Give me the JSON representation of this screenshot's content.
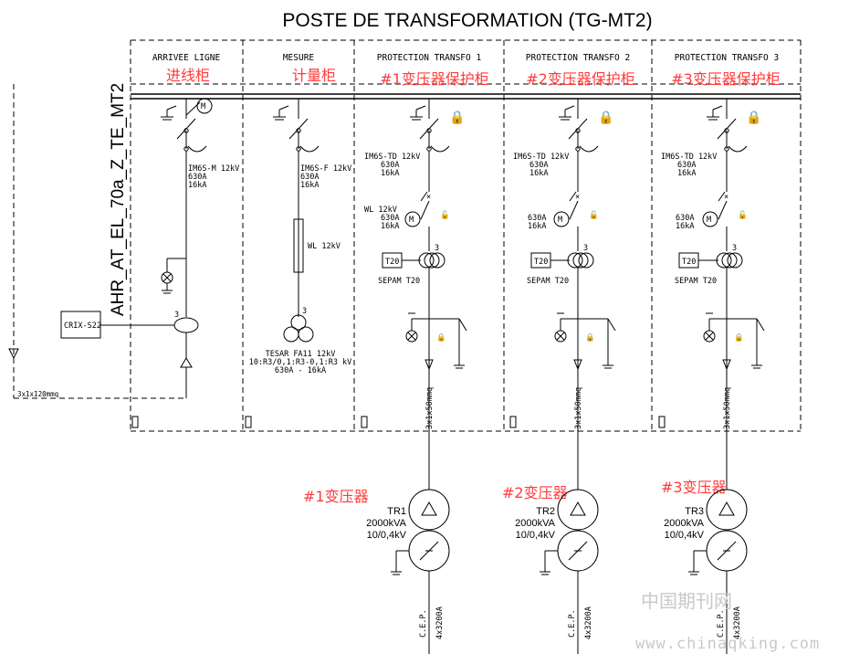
{
  "title": "POSTE DE TRANSFORMATION (TG-MT2)",
  "side_label": "AHR_AT_EL_70a_Z_TE_MT2",
  "panels": [
    {
      "header": "ARRIVEE LIGNE",
      "chinese": "进线柜",
      "switch": "IM6S-M 12kV",
      "rating1": "630A",
      "rating2": "16kA"
    },
    {
      "header": "MESURE",
      "chinese": "计量柜",
      "switch": "IM6S-F 12kV",
      "rating1": "630A",
      "rating2": "16kA"
    },
    {
      "header": "PROTECTION TRANSFO 1",
      "chinese": "#1变压器保护柜",
      "switch": "IM6S-TD 12kV",
      "rating1": "630A",
      "rating2": "16kA"
    },
    {
      "header": "PROTECTION TRANSFO 2",
      "chinese": "#2变压器保护柜",
      "switch": "IM6S-TD 12kV",
      "rating1": "630A",
      "rating2": "16kA"
    },
    {
      "header": "PROTECTION TRANSFO 3",
      "chinese": "#3变压器保护柜",
      "switch": "IM6S-TD 12kV",
      "rating1": "630A",
      "rating2": "16kA"
    }
  ],
  "mesure": {
    "fuse_label": "WL 12kV",
    "vt_count": "3",
    "vt_name": "TESAR FA11 12kV",
    "vt_ratio": "10:R3/0,1:R3-0,1:R3 kV",
    "vt_rating": "630A - 16kA"
  },
  "arrivee": {
    "ct_count": "3",
    "relay": "CRIX-S22",
    "cable": "3x1x120mmq"
  },
  "breaker1": {
    "type": "WL 12kV",
    "rating1": "630A",
    "rating2": "16kA"
  },
  "breaker2": {
    "rating1": "630A",
    "rating2": "16kA"
  },
  "breaker3": {
    "rating1": "630A",
    "rating2": "16kA"
  },
  "relay_box": "T20",
  "relay_name": "SEPAM T20",
  "ct_count": "3",
  "feeder_cable": "3x1x50mmq",
  "transformers": [
    {
      "chinese": "#1变压器",
      "name": "TR1",
      "power": "2000kVA",
      "ratio": "10/0,4kV",
      "cable": "C.E.P. 4x3200A"
    },
    {
      "chinese": "#2变压器",
      "name": "TR2",
      "power": "2000kVA",
      "ratio": "10/0,4kV",
      "cable": "C.E.P. 4x3200A"
    },
    {
      "chinese": "#3变压器",
      "name": "TR3",
      "power": "2000kVA",
      "ratio": "10/0,4kV",
      "cable": "C.E.P. 4x3200A"
    }
  ],
  "cep_line1": "C.E.P.",
  "cep_line2": "4x3200A",
  "watermark_cn": "中国期刊网",
  "watermark_url": "www.chinaqking.com"
}
